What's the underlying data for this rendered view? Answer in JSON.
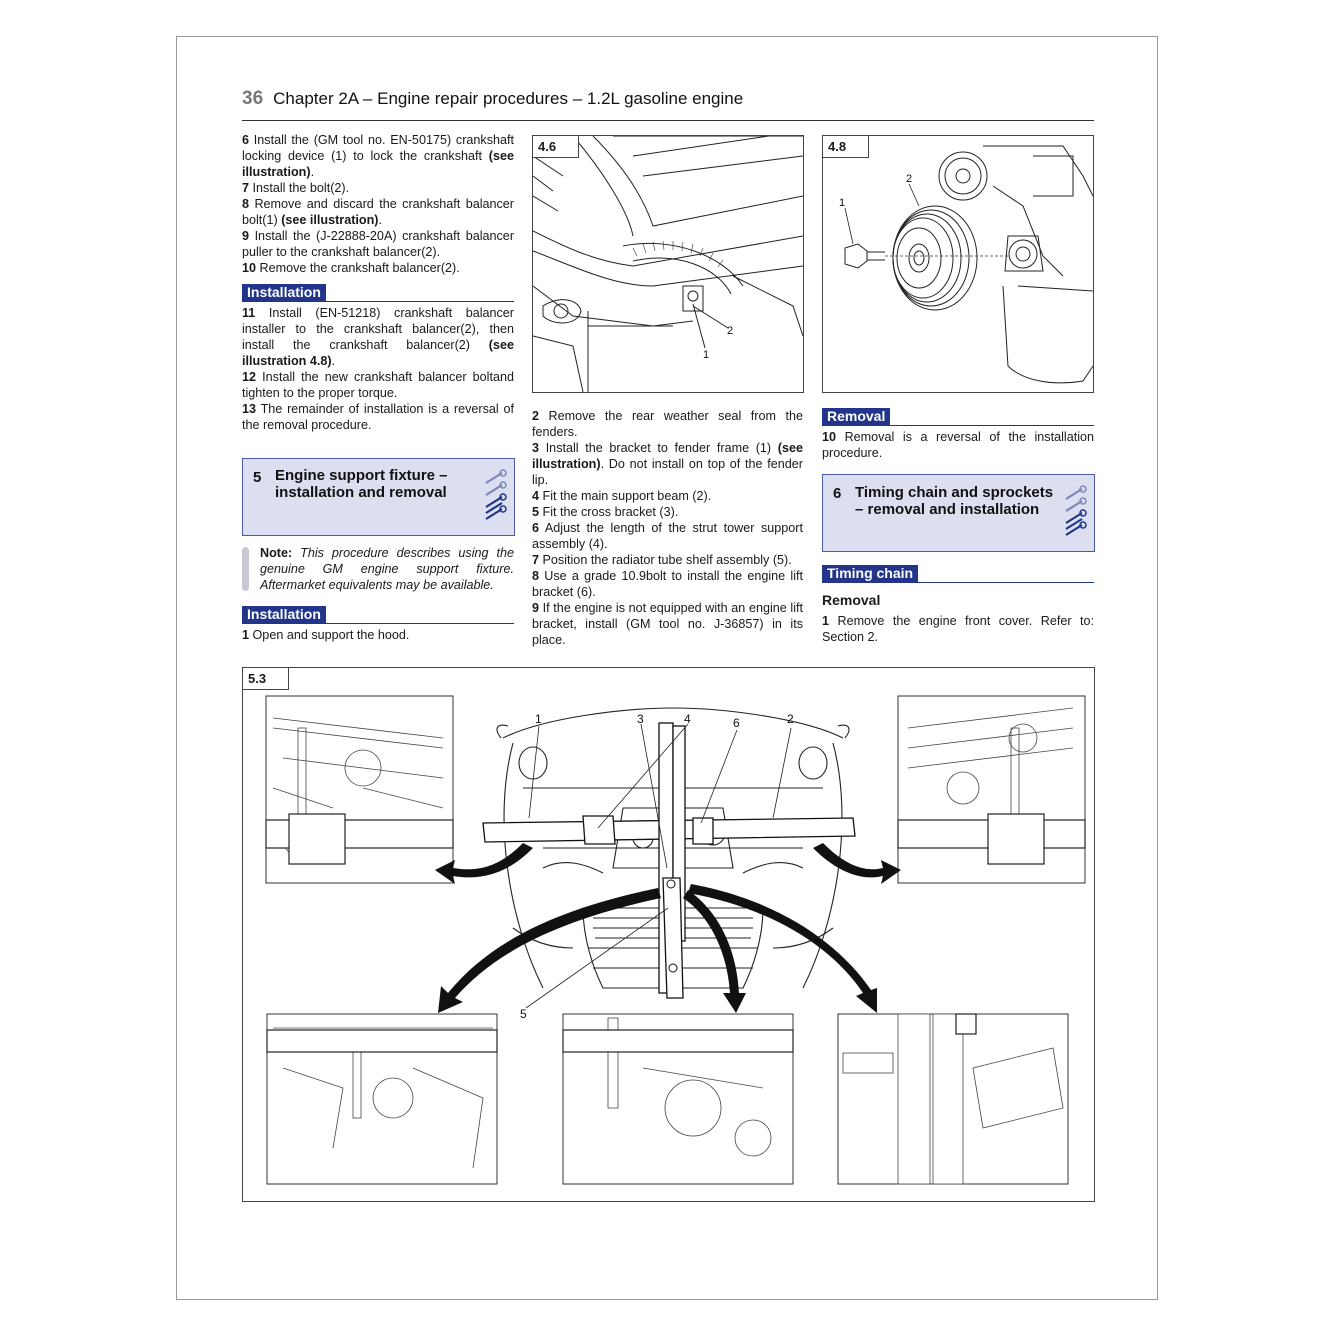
{
  "header": {
    "page_number": "36",
    "title": "Chapter 2A – Engine repair procedures – 1.2L gasoline engine"
  },
  "col1": {
    "top": [
      {
        "n": "6",
        "pre": "Install the (GM tool no. EN-50175) crankshaft locking device (1) to lock the crankshaft ",
        "bold": "(see illustration)",
        "post": "."
      },
      {
        "n": "7",
        "pre": "Install the bolt(2).",
        "bold": "",
        "post": ""
      },
      {
        "n": "8",
        "pre": "Remove and discard the crankshaft balancer bolt(1) ",
        "bold": "(see illustration)",
        "post": "."
      },
      {
        "n": "9",
        "pre": "Install the (J-22888-20A) crankshaft balancer puller to the crankshaft balancer(2).",
        "bold": "",
        "post": ""
      },
      {
        "n": "10",
        "pre": "Remove the crankshaft balancer(2).",
        "bold": "",
        "post": ""
      }
    ],
    "installation_heading": "Installation",
    "install": [
      {
        "n": "11",
        "pre": "Install (EN-51218) crankshaft balancer installer to the crankshaft balancer(2), then install the crankshaft balancer(2) ",
        "bold": "(see illustration 4.8)",
        "post": "."
      },
      {
        "n": "12",
        "pre": "Install the new crankshaft balancer boltand tighten to the proper torque.",
        "bold": "",
        "post": ""
      },
      {
        "n": "13",
        "pre": "The remainder of installation is a reversal of the removal procedure.",
        "bold": "",
        "post": ""
      }
    ],
    "box5": {
      "number": "5",
      "title_line1": "Engine support fixture –",
      "title_line2": "installation and removal"
    },
    "note": {
      "label": "Note:",
      "text": "This procedure describes using the genuine GM engine support fixture. Aftermarket equivalents may be available."
    },
    "installation2_heading": "Installation",
    "step1": {
      "n": "1",
      "text": "Open and support the hood."
    }
  },
  "fig46": {
    "label": "4.6",
    "callouts": [
      "1",
      "2"
    ]
  },
  "fig48": {
    "label": "4.8",
    "callouts": [
      "1",
      "2"
    ]
  },
  "col2": {
    "steps": [
      {
        "n": "2",
        "pre": "Remove the rear weather seal from the fenders.",
        "bold": "",
        "post": ""
      },
      {
        "n": "3",
        "pre": "Install the bracket to fender frame (1) ",
        "bold": "(see illustration)",
        "post": ". Do not install on top of the fender lip."
      },
      {
        "n": "4",
        "pre": "Fit the main support beam (2).",
        "bold": "",
        "post": ""
      },
      {
        "n": "5",
        "pre": "Fit the cross bracket (3).",
        "bold": "",
        "post": ""
      },
      {
        "n": "6",
        "pre": "Adjust the length of the strut tower support assembly (4).",
        "bold": "",
        "post": ""
      },
      {
        "n": "7",
        "pre": "Position the radiator tube shelf assembly (5).",
        "bold": "",
        "post": ""
      },
      {
        "n": "8",
        "pre": "Use a grade 10.9bolt to install the engine lift bracket (6).",
        "bold": "",
        "post": ""
      },
      {
        "n": "9",
        "pre": "If the engine is not equipped with an engine lift bracket, install (GM tool no. J-36857) in its place.",
        "bold": "",
        "post": ""
      }
    ]
  },
  "col3": {
    "removal_heading": "Removal",
    "step10": {
      "n": "10",
      "text": "Removal is a reversal of the installation procedure."
    },
    "box6": {
      "number": "6",
      "title_line1": "Timing chain and sprockets",
      "title_line2": "– removal and installation"
    },
    "timing_heading": "Timing chain",
    "removal_sub": "Removal",
    "step1": {
      "n": "1",
      "text": "Remove the engine front cover. Refer to: Section 2."
    }
  },
  "fig53": {
    "label": "5.3",
    "callouts": [
      "1",
      "3",
      "4",
      "6",
      "2",
      "5"
    ]
  }
}
